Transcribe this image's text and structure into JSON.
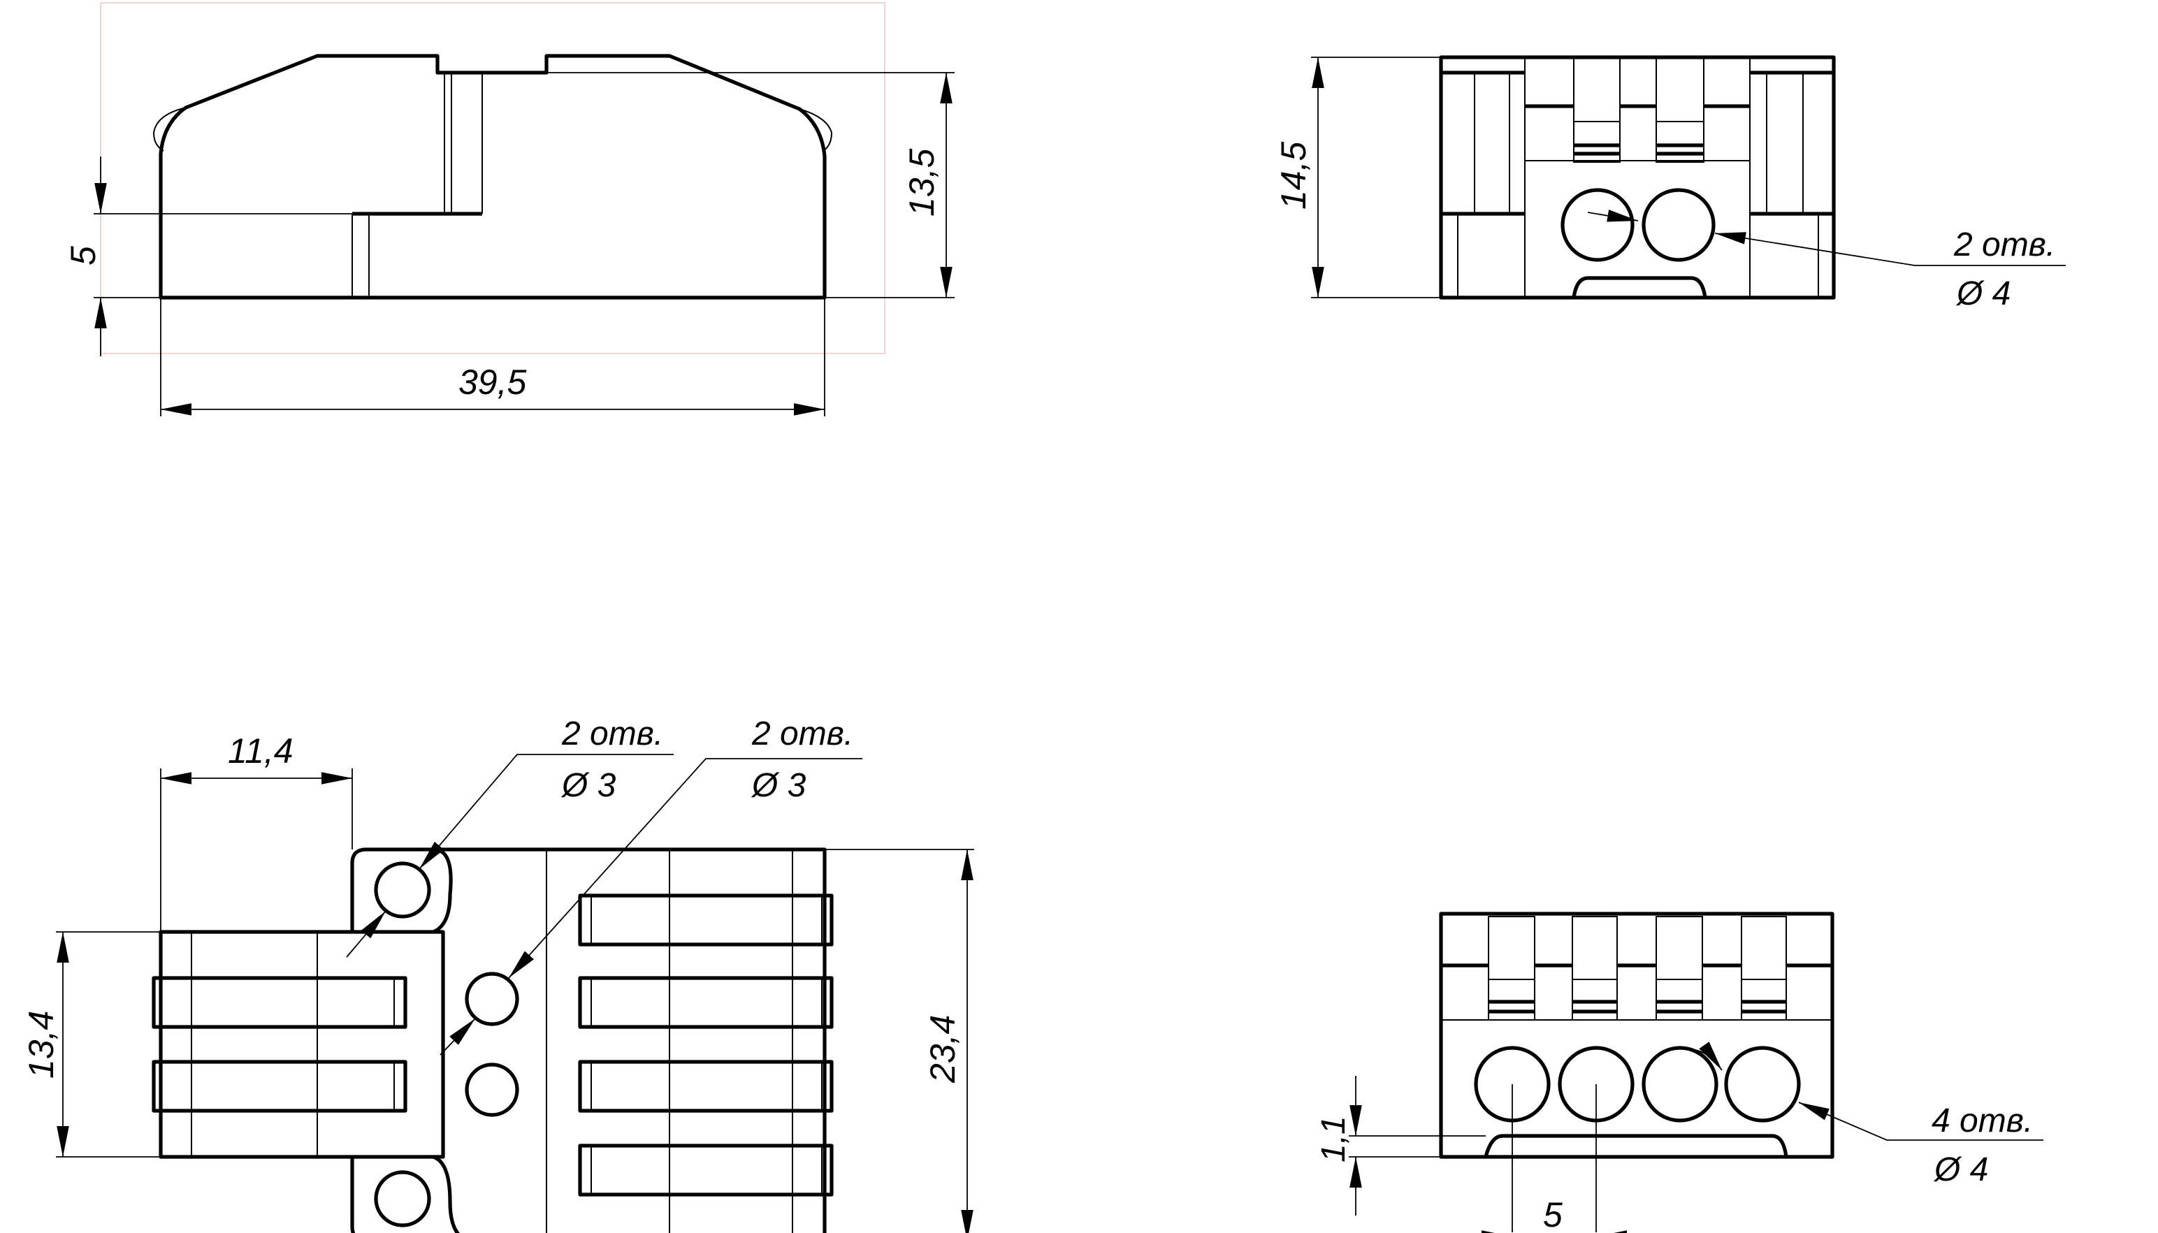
{
  "drawing": {
    "side_view": {
      "dim_width": "39,5",
      "dim_height": "13,5",
      "dim_step": "5"
    },
    "end_view_2": {
      "dim_height": "14,5",
      "hole_count": "2 отв.",
      "hole_diameter": "Ø 4"
    },
    "top_view": {
      "dim_offset": "11,4",
      "dim_block_height": "13,4",
      "dim_total_height": "23,4",
      "callout_a_count": "2 отв.",
      "callout_a_diameter": "Ø 3",
      "callout_b_count": "2 отв.",
      "callout_b_diameter": "Ø 3"
    },
    "end_view_4": {
      "dim_notch": "1,1",
      "dim_pitch": "5",
      "hole_count": "4 отв.",
      "hole_diameter": "Ø 4"
    },
    "colors": {
      "line": "#000000",
      "frame": "#f4c8c8"
    }
  }
}
